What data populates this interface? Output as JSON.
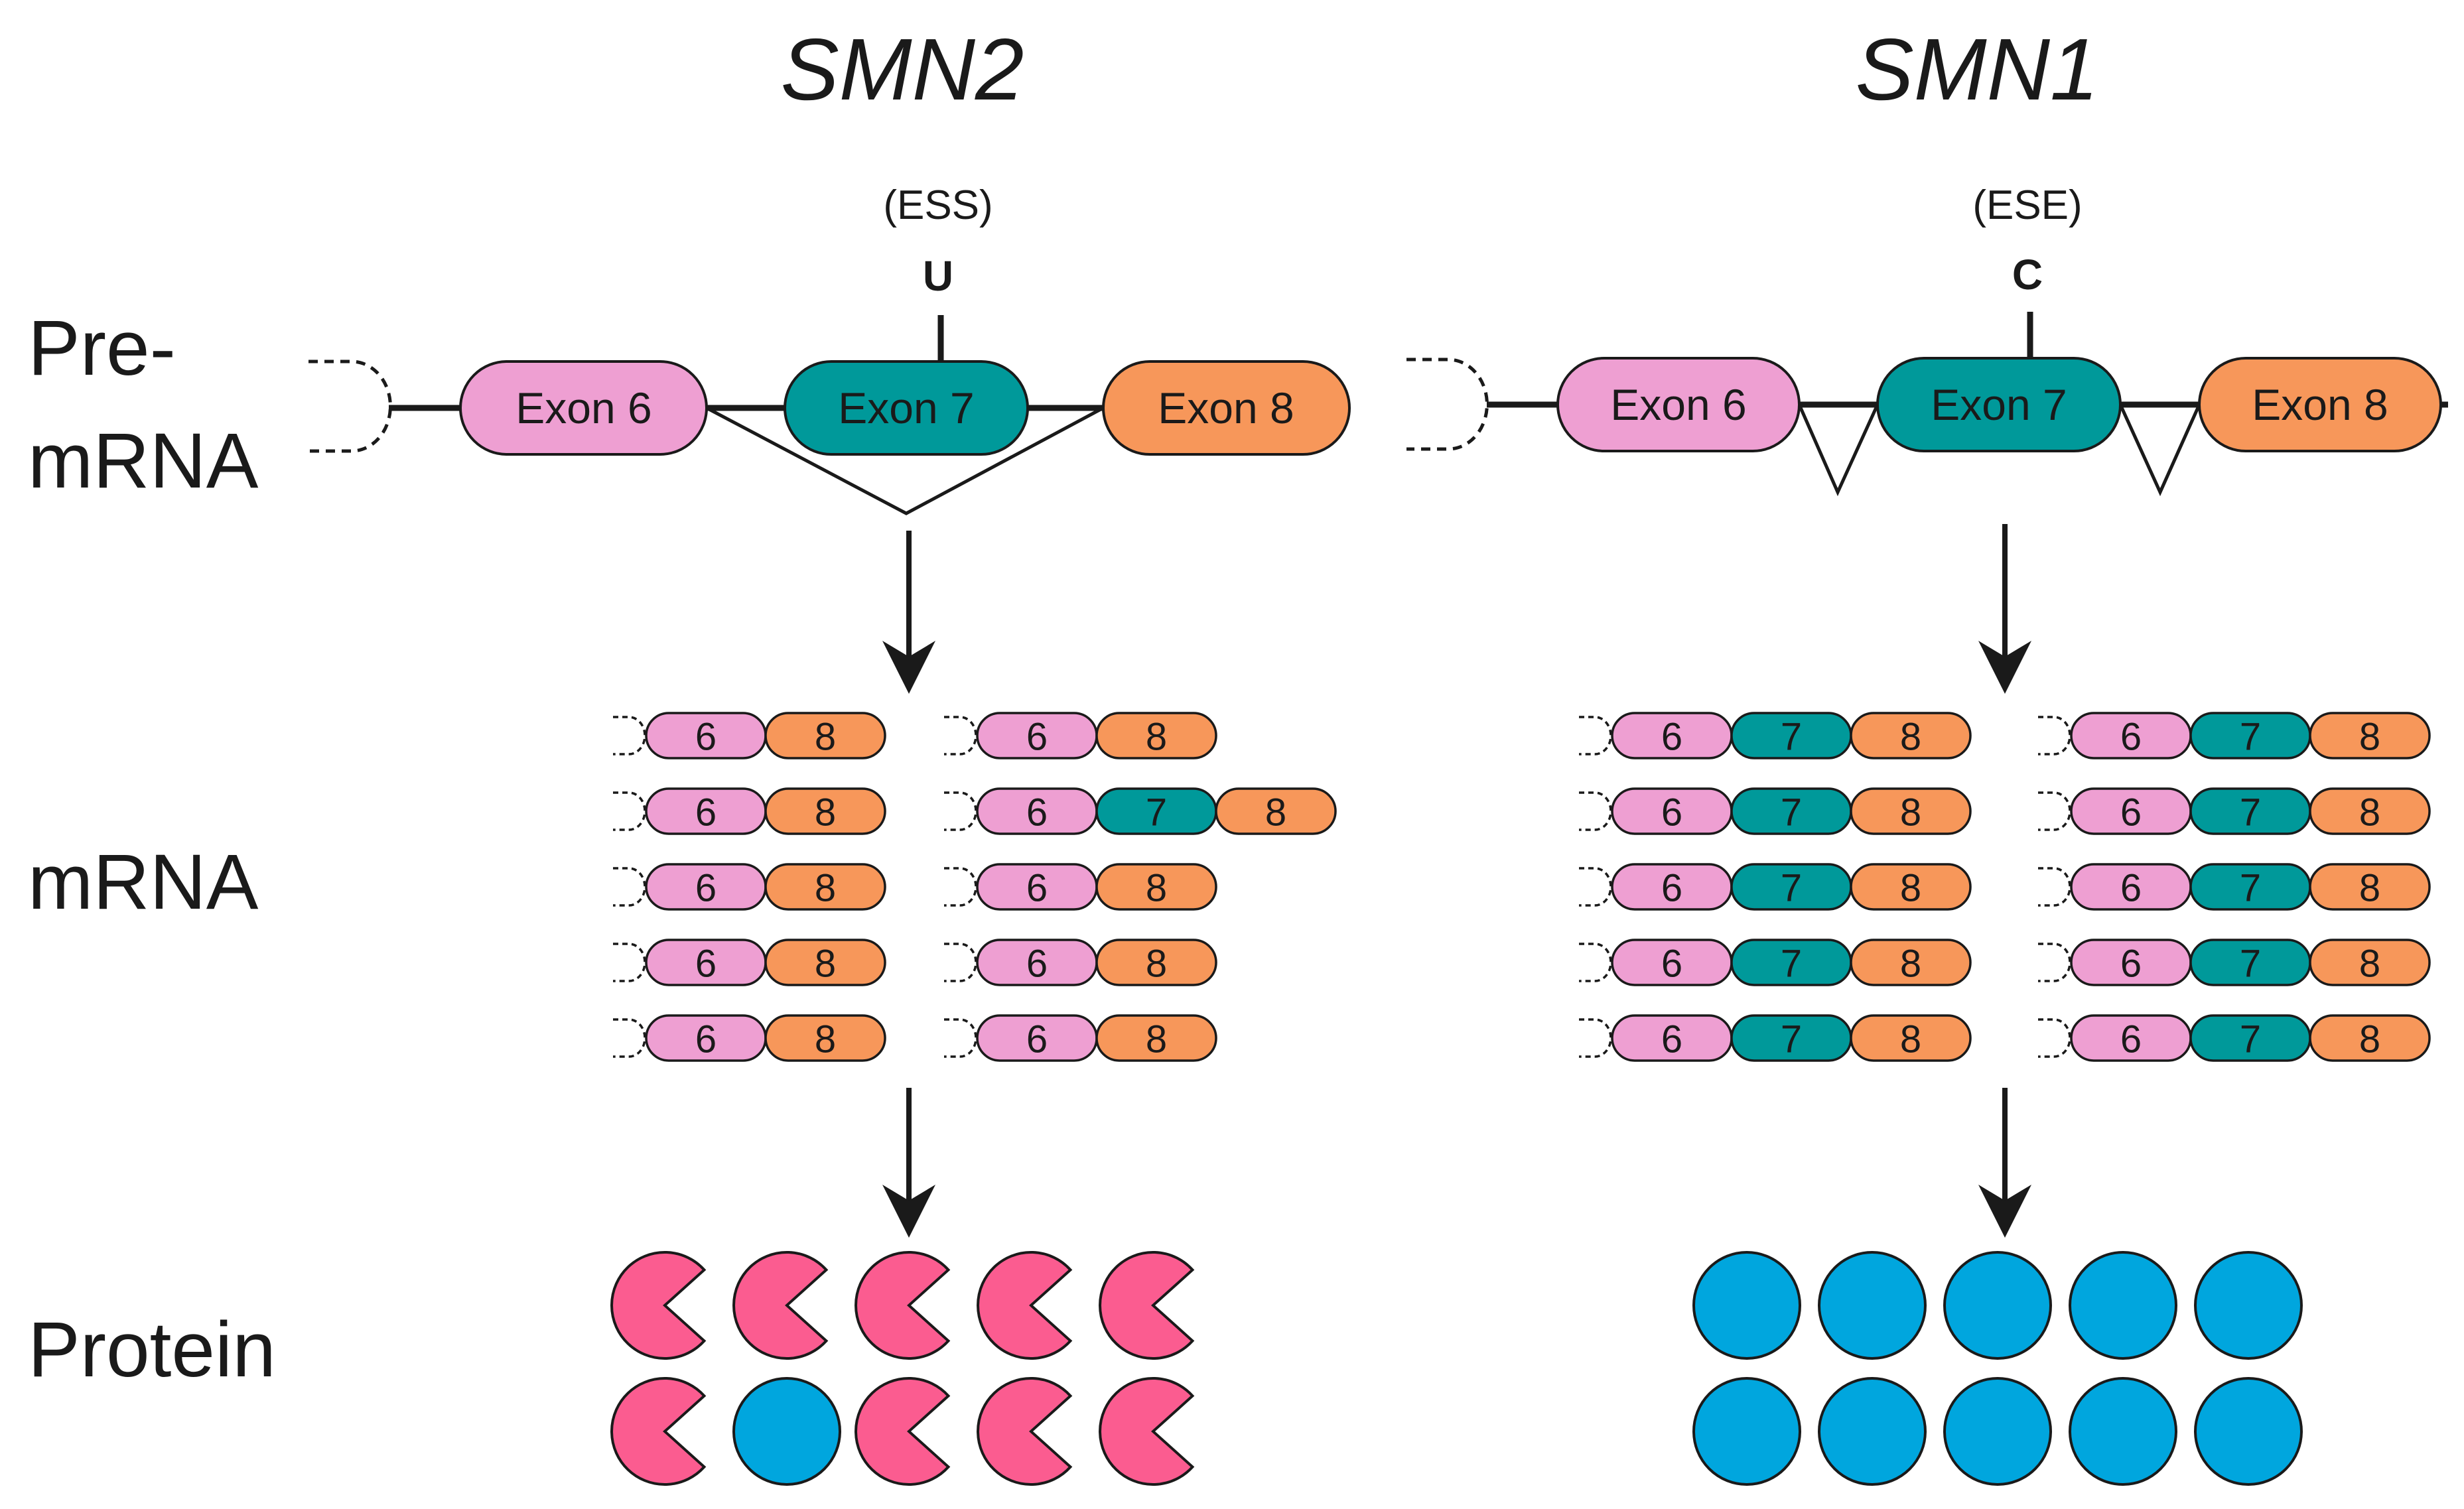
{
  "headings": {
    "left": "SMN2",
    "right": "SMN1"
  },
  "row_labels": {
    "pre_line1": "Pre-",
    "pre_line2": "mRNA",
    "mrna": "mRNA",
    "protein": "Protein"
  },
  "smn2": {
    "site_label": "(ESS)",
    "nucleotide": "U",
    "exons": [
      "Exon 6",
      "Exon 7",
      "Exon 8"
    ],
    "mrna_columns": [
      [
        [
          "6",
          "8"
        ],
        [
          "6",
          "8"
        ],
        [
          "6",
          "8"
        ],
        [
          "6",
          "8"
        ],
        [
          "6",
          "8"
        ]
      ],
      [
        [
          "6",
          "8"
        ],
        [
          "6",
          "7",
          "8"
        ],
        [
          "6",
          "8"
        ],
        [
          "6",
          "8"
        ],
        [
          "6",
          "8"
        ]
      ]
    ],
    "proteins": [
      [
        "truncated",
        "truncated",
        "truncated",
        "truncated",
        "truncated"
      ],
      [
        "truncated",
        "full",
        "truncated",
        "truncated",
        "truncated"
      ]
    ]
  },
  "smn1": {
    "site_label": "(ESE)",
    "nucleotide": "C",
    "exons": [
      "Exon 6",
      "Exon 7",
      "Exon 8"
    ],
    "mrna_columns": [
      [
        [
          "6",
          "7",
          "8"
        ],
        [
          "6",
          "7",
          "8"
        ],
        [
          "6",
          "7",
          "8"
        ],
        [
          "6",
          "7",
          "8"
        ],
        [
          "6",
          "7",
          "8"
        ]
      ],
      [
        [
          "6",
          "7",
          "8"
        ],
        [
          "6",
          "7",
          "8"
        ],
        [
          "6",
          "7",
          "8"
        ],
        [
          "6",
          "7",
          "8"
        ],
        [
          "6",
          "7",
          "8"
        ]
      ]
    ],
    "proteins": [
      [
        "full",
        "full",
        "full",
        "full",
        "full"
      ],
      [
        "full",
        "full",
        "full",
        "full",
        "full"
      ]
    ]
  },
  "colors": {
    "exon6": "#ee9fd2",
    "exon7": "#00999a",
    "exon8": "#f7975a",
    "truncated_protein": "#fb5c90",
    "full_protein": "#00a6de"
  }
}
